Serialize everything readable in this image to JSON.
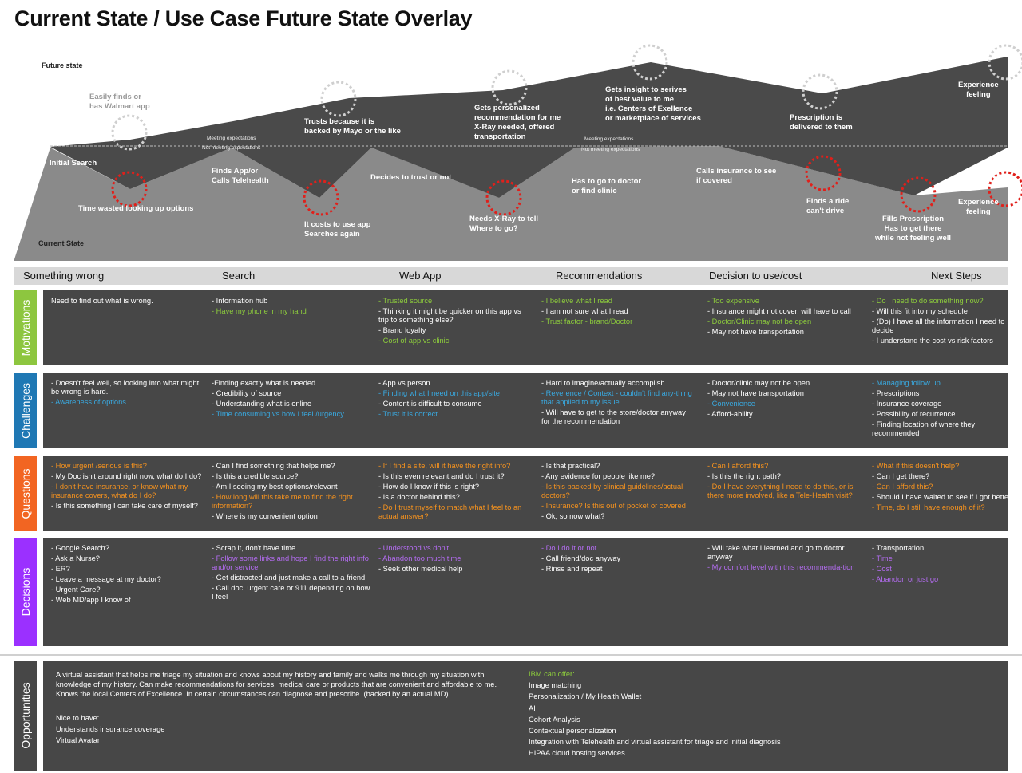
{
  "title": "Current State / Use Case Future State Overlay",
  "journey": {
    "future_label": "Future state",
    "current_label": "Current State",
    "meeting": "Meeting expectations",
    "not_meeting": "Not meeting expectations",
    "future_points": [
      "Easily finds or\nhas Walmart app",
      "Trusts because it is\nbacked by Mayo or the like",
      "Gets personalized\nrecommendation for me\n X-Ray needed, offered\ntransportation",
      "Gets insight to serives\nof best value to me\ni.e. Centers of Exellence\nor marketplace of services",
      "Prescription is\ndelivered to them",
      "Experience\nfeeling"
    ],
    "current_points": [
      "Initial Search",
      "Time wasted looking up options",
      "Finds App/or\nCalls Telehealth",
      "It costs to use app\nSearches again",
      "Decides to trust or not",
      "Needs X-Ray to tell\nWhere to go?",
      "Has to go to doctor\n or find clinic",
      "Calls insurance to see\nif covered",
      "Finds a ride\ncan't drive",
      "Fills Prescription\nHas to get there\nwhile not feeling well",
      "Experience\nfeeling"
    ]
  },
  "stages": [
    "Something wrong",
    "Search",
    "Web App",
    "Recommendations",
    "Decision to use/cost",
    "Next Steps"
  ],
  "colors": {
    "motivations": "#8dc63f",
    "challenges": "#1f78b4",
    "questions": "#f26522",
    "decisions": "#9b30ff",
    "panel": "#474747"
  },
  "rows": [
    {
      "label": "Motivations",
      "cells": [
        [
          {
            "t": "Need to find out what is wrong.",
            "c": "w"
          }
        ],
        [
          {
            "t": "- Information hub",
            "c": "w"
          },
          {
            "t": "- Have my phone in my hand",
            "c": "g"
          }
        ],
        [
          {
            "t": "- Trusted source",
            "c": "g"
          },
          {
            "t": "- Thinking it might be quicker on this app vs trip to something else?",
            "c": "w"
          },
          {
            "t": "- Brand loyalty",
            "c": "w"
          },
          {
            "t": "- Cost of app vs clinic",
            "c": "g"
          }
        ],
        [
          {
            "t": "- I believe what I read",
            "c": "g"
          },
          {
            "t": "- I am not sure what I read",
            "c": "w"
          },
          {
            "t": "- Trust factor - brand/Doctor",
            "c": "g"
          }
        ],
        [
          {
            "t": "- Too expensive",
            "c": "g"
          },
          {
            "t": "- Insurance might not cover, will have to call",
            "c": "w"
          },
          {
            "t": "- Doctor/Clinic may not be open",
            "c": "g"
          },
          {
            "t": "- May not have transportation",
            "c": "w"
          }
        ],
        [
          {
            "t": "- Do I need to do something now?",
            "c": "g"
          },
          {
            "t": "- Will this fit into my schedule",
            "c": "w"
          },
          {
            "t": "- (Do) I have all the information I need to decide",
            "c": "w"
          },
          {
            "t": "- I understand the cost vs risk factors",
            "c": "w"
          }
        ]
      ]
    },
    {
      "label": "Challenges",
      "cells": [
        [
          {
            "t": "- Doesn't feel well, so looking into what might be wrong is hard.",
            "c": "w"
          },
          {
            "t": "- Awareness of options",
            "c": "b"
          }
        ],
        [
          {
            "t": "-Finding exactly what is needed",
            "c": "w"
          },
          {
            "t": "- Credibility of source",
            "c": "w"
          },
          {
            "t": "- Understanding what is online",
            "c": "w"
          },
          {
            "t": "- Time consuming vs how I feel /urgency",
            "c": "b"
          }
        ],
        [
          {
            "t": "- App vs person",
            "c": "w"
          },
          {
            "t": "- Finding what I need on this app/site",
            "c": "b"
          },
          {
            "t": "- Content is difficult to consume",
            "c": "w"
          },
          {
            "t": "- Trust it is correct",
            "c": "b"
          }
        ],
        [
          {
            "t": "- Hard to imagine/actually accomplish",
            "c": "w"
          },
          {
            "t": "- Reverence / Context - couldn't find any-thing that applied to my issue",
            "c": "b"
          },
          {
            "t": "- Will have to get to the store/doctor anyway for the recommendation",
            "c": "w"
          }
        ],
        [
          {
            "t": " - Doctor/clinic may not be open",
            "c": "w"
          },
          {
            "t": " -  May not have transportation",
            "c": "w"
          },
          {
            "t": " - Convenience",
            "c": "b"
          },
          {
            "t": " - Afford-ability",
            "c": "w"
          }
        ],
        [
          {
            "t": "- Managing follow up",
            "c": "b"
          },
          {
            "t": "- Prescriptions",
            "c": "w"
          },
          {
            "t": "- Insurance coverage",
            "c": "w"
          },
          {
            "t": "- Possibility of recurrence",
            "c": "w"
          },
          {
            "t": "- Finding location of where they recommended",
            "c": "w"
          }
        ]
      ]
    },
    {
      "label": "Questions",
      "cells": [
        [
          {
            "t": "- How urgent /serious is this?",
            "c": "o"
          },
          {
            "t": "- My Doc isn't around right now, what do I do?",
            "c": "w"
          },
          {
            "t": "- I don't have insurance, or know what my insurance covers, what do I do?",
            "c": "o"
          },
          {
            "t": "- Is this something I can take care of myself?",
            "c": "w"
          }
        ],
        [
          {
            "t": "- Can I find something that helps me?",
            "c": "w"
          },
          {
            "t": "-  Is this a credible source?",
            "c": "w"
          },
          {
            "t": "- Am I seeing my best options/relevant",
            "c": "w"
          },
          {
            "t": "- How long will this take me to find the right information?",
            "c": "o"
          },
          {
            "t": "- Where is my convenient option",
            "c": "w"
          }
        ],
        [
          {
            "t": "- If I find a site, will it have the right info?",
            "c": "o"
          },
          {
            "t": "- Is this even relevant and do I trust it?",
            "c": "w"
          },
          {
            "t": "- How do I know if this is right?",
            "c": "w"
          },
          {
            "t": "- Is a doctor behind this?",
            "c": "w"
          },
          {
            "t": "- Do I trust myself to match what I feel to an actual answer?",
            "c": "o"
          }
        ],
        [
          {
            "t": "- Is that practical?",
            "c": "w"
          },
          {
            "t": "- Any evidence for people like me?",
            "c": "w"
          },
          {
            "t": "- Is this backed by clinical guidelines/actual doctors?",
            "c": "o"
          },
          {
            "t": "- Insurance? Is this out of pocket or covered",
            "c": "o"
          },
          {
            "t": "- Ok, so now what?",
            "c": "w"
          }
        ],
        [
          {
            "t": "- Can I afford this?",
            "c": "o"
          },
          {
            "t": "- Is this the right path?",
            "c": "w"
          },
          {
            "t": "- Do I have everything I need to do this, or is there more involved, like a Tele-Health visit?",
            "c": "o"
          }
        ],
        [
          {
            "t": "- What if this doesn't help?",
            "c": "o"
          },
          {
            "t": "- Can I get there?",
            "c": "w"
          },
          {
            "t": "- Can I afford this?",
            "c": "o"
          },
          {
            "t": "- Should I have waited to see if I got better?",
            "c": "w"
          },
          {
            "t": "- Time, do I still have enough of it?",
            "c": "o"
          }
        ]
      ]
    },
    {
      "label": "Decisions",
      "cells": [
        [
          {
            "t": "- Google Search?",
            "c": "w"
          },
          {
            "t": "- Ask a Nurse?",
            "c": "w"
          },
          {
            "t": "- ER?",
            "c": "w"
          },
          {
            "t": "- Leave a message at my doctor?",
            "c": "w"
          },
          {
            "t": "- Urgent Care?",
            "c": "w"
          },
          {
            "t": "- Web MD/app I know of",
            "c": "w"
          }
        ],
        [
          {
            "t": "- Scrap it, don't have time",
            "c": "w"
          },
          {
            "t": "- Follow some links and hope I find the right info and/or service",
            "c": "p"
          },
          {
            "t": "- Get distracted and just make a call to a friend",
            "c": "w"
          },
          {
            "t": "- Call doc, urgent care or 911 depending on how I feel",
            "c": "w"
          }
        ],
        [
          {
            "t": "- Understood vs don't",
            "c": "p"
          },
          {
            "t": "- Abandon too much time",
            "c": "p"
          },
          {
            "t": "- Seek other medical help",
            "c": "w"
          }
        ],
        [
          {
            "t": "- Do I do it or not",
            "c": "p"
          },
          {
            "t": "- Call friend/doc anyway",
            "c": "w"
          },
          {
            "t": "- Rinse and repeat",
            "c": "w"
          }
        ],
        [
          {
            "t": "- Will take what I learned and go to doctor anyway",
            "c": "w"
          },
          {
            "t": "- My comfort level with this recommenda-tion",
            "c": "p"
          }
        ],
        [
          {
            "t": "- Transportation",
            "c": "w"
          },
          {
            "t": "- Time",
            "c": "p"
          },
          {
            "t": "- Cost",
            "c": "p"
          },
          {
            "t": "- Abandon or just go",
            "c": "p"
          }
        ]
      ]
    }
  ],
  "opportunities": {
    "label": "Opportunities",
    "text": "A virtual assistant that helps me triage my situation and knows about my history and family and walks me through my situation with knowledge of my history. Can make recommendations for services, medical care or products that are convenient and affordable to me. Knows the local Centers of Excellence. In certain circumstances can diagnose and prescribe. (backed by an actual MD)",
    "nice_title": "Nice to have:",
    "nice_items": [
      "Understands insurance coverage",
      "Virtual Avatar"
    ],
    "ibm_title": "IBM can offer:",
    "ibm_items": [
      "Image matching",
      "Personalization / My Health Wallet",
      "AI",
      "Cohort Analysis",
      "Contextual personalization",
      "Integration with Telehealth and virtual assistant for triage and initial diagnosis",
      "HIPAA cloud hosting services"
    ]
  }
}
